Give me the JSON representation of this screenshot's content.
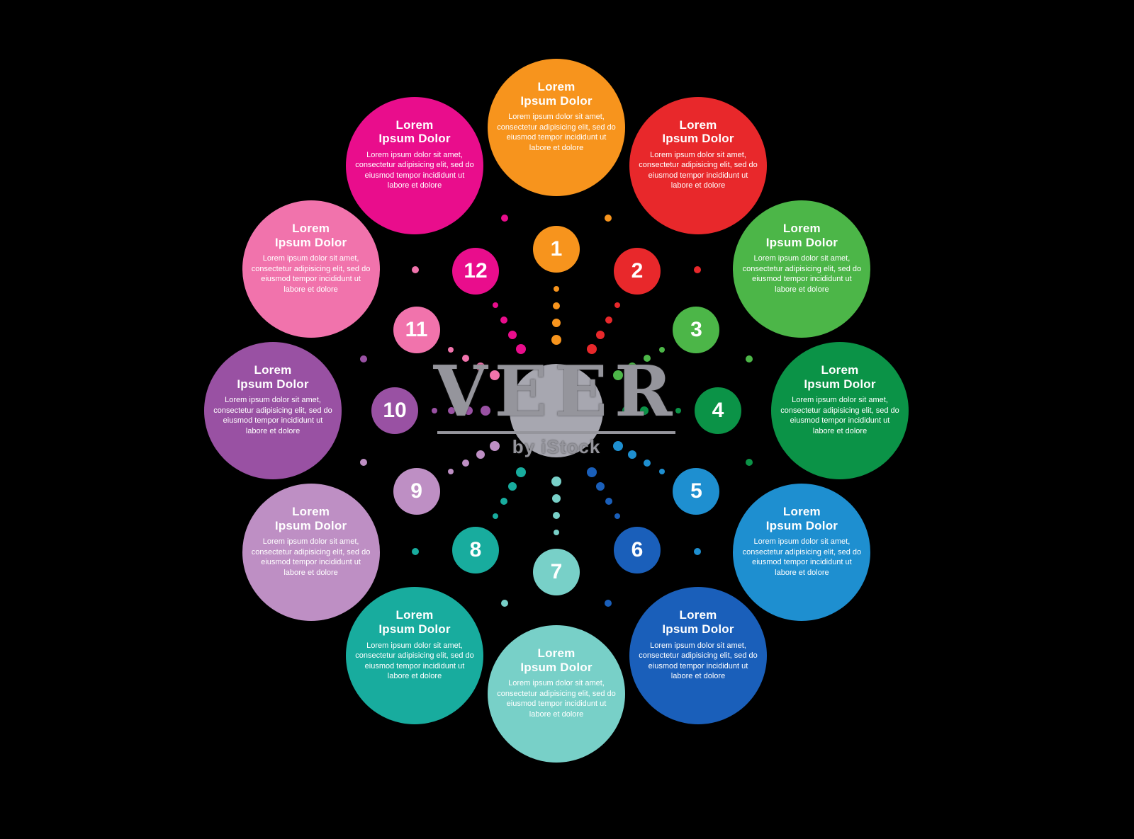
{
  "infographic": {
    "center_color": "#A7A7B0",
    "background_color": "#000000",
    "items": [
      {
        "number": "1",
        "color": "#F7941D",
        "title_line1": "Lorem",
        "title_line2": "Ipsum Dolor",
        "body": "Lorem ipsum dolor sit amet, consectetur adipisicing elit, sed do eiusmod tempor incididunt ut labore et dolore"
      },
      {
        "number": "2",
        "color": "#E8282B",
        "title_line1": "Lorem",
        "title_line2": "Ipsum Dolor",
        "body": "Lorem ipsum dolor sit amet, consectetur adipisicing elit, sed do eiusmod tempor incididunt ut labore et dolore"
      },
      {
        "number": "3",
        "color": "#4CB648",
        "title_line1": "Lorem",
        "title_line2": "Ipsum Dolor",
        "body": "Lorem ipsum dolor sit amet, consectetur adipisicing elit, sed do eiusmod tempor incididunt ut labore et dolore"
      },
      {
        "number": "4",
        "color": "#0B9347",
        "title_line1": "Lorem",
        "title_line2": "Ipsum Dolor",
        "body": "Lorem ipsum dolor sit amet, consectetur adipisicing elit, sed do eiusmod tempor incididunt ut labore et dolore"
      },
      {
        "number": "5",
        "color": "#1E8FD0",
        "title_line1": "Lorem",
        "title_line2": "Ipsum Dolor",
        "body": "Lorem ipsum dolor sit amet, consectetur adipisicing elit, sed do eiusmod tempor incididunt ut labore et dolore"
      },
      {
        "number": "6",
        "color": "#1A5FBA",
        "title_line1": "Lorem",
        "title_line2": "Ipsum Dolor",
        "body": "Lorem ipsum dolor sit amet, consectetur adipisicing elit, sed do eiusmod tempor incididunt ut labore et dolore"
      },
      {
        "number": "7",
        "color": "#78D0C8",
        "title_line1": "Lorem",
        "title_line2": "Ipsum Dolor",
        "body": "Lorem ipsum dolor sit amet, consectetur adipisicing elit, sed do eiusmod tempor incididunt ut labore et dolore"
      },
      {
        "number": "8",
        "color": "#18AC9E",
        "title_line1": "Lorem",
        "title_line2": "Ipsum Dolor",
        "body": "Lorem ipsum dolor sit amet, consectetur adipisicing elit, sed do eiusmod tempor incididunt ut labore et dolore"
      },
      {
        "number": "9",
        "color": "#BE8FC4",
        "title_line1": "Lorem",
        "title_line2": "Ipsum Dolor",
        "body": "Lorem ipsum dolor sit amet, consectetur adipisicing elit, sed do eiusmod tempor incididunt ut labore et dolore"
      },
      {
        "number": "10",
        "color": "#9951A3",
        "title_line1": "Lorem",
        "title_line2": "Ipsum Dolor",
        "body": "Lorem ipsum dolor sit amet, consectetur adipisicing elit, sed do eiusmod tempor incididunt ut labore et dolore"
      },
      {
        "number": "11",
        "color": "#F173AC",
        "title_line1": "Lorem",
        "title_line2": "Ipsum Dolor",
        "body": "Lorem ipsum dolor sit amet, consectetur adipisicing elit, sed do eiusmod tempor incididunt ut labore et dolore"
      },
      {
        "number": "12",
        "color": "#E90D8C",
        "title_line1": "Lorem",
        "title_line2": "Ipsum Dolor",
        "body": "Lorem ipsum dolor sit amet, consectetur adipisicing elit, sed do eiusmod tempor incididunt ut labore et dolore"
      }
    ]
  },
  "watermark": {
    "brand": "VEER",
    "sub": "by iStock"
  }
}
